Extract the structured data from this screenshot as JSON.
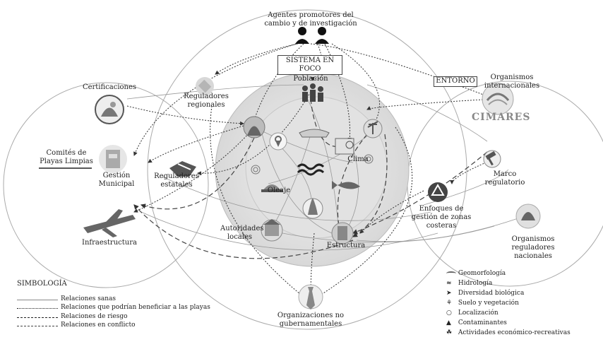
{
  "diagram": {
    "agentes": "Agentes promotores del cambio y de investigación",
    "sistema_en_foco": "SISTEMA EN FOCO",
    "entorno": "ENTORNO",
    "organismos_internacionales": "Organismos internacionales",
    "cimares": "CIMARES",
    "certificaciones": "Certificaciones",
    "reguladores_regionales": "Reguladores regionales",
    "poblacion": "Población",
    "comites": "Comités de Playas Limpias",
    "gestion_municipal": "Gestión Municipal",
    "reguladores_estatales": "Reguladores estatales",
    "clima": "Clima",
    "oleaje": "Oleaje",
    "marco_regulatorio": "Marco regulatorio",
    "enfoques": "Enfoques de gestión de zonas costeras",
    "infraestructura": "Infraestructura",
    "autoridades_locales": "Autoridades locales",
    "estructura": "Estructura",
    "organismos_nacionales": "Organismos reguladores nacionales",
    "ong": "Organizaciones no gubernamentales"
  },
  "simbologia": {
    "title": "SIMBOLOGÍA",
    "relaciones": [
      "Relaciones sanas",
      "Relaciones que podrían beneficiar a las playas",
      "Relaciones de riesgo",
      "Relaciones en conflicto"
    ]
  },
  "icon_legend": [
    {
      "label": "Geomorfología",
      "icon": "geomorphology-icon"
    },
    {
      "label": "Hidrología",
      "icon": "hydrology-icon"
    },
    {
      "label": "Diversidad biológica",
      "icon": "fish-icon"
    },
    {
      "label": "Suelo y vegetación",
      "icon": "plant-icon"
    },
    {
      "label": "Localización",
      "icon": "location-pin-icon"
    },
    {
      "label": "Contaminantes",
      "icon": "contaminant-icon"
    },
    {
      "label": "Actividades económico-recreativas",
      "icon": "palm-tree-icon"
    }
  ]
}
